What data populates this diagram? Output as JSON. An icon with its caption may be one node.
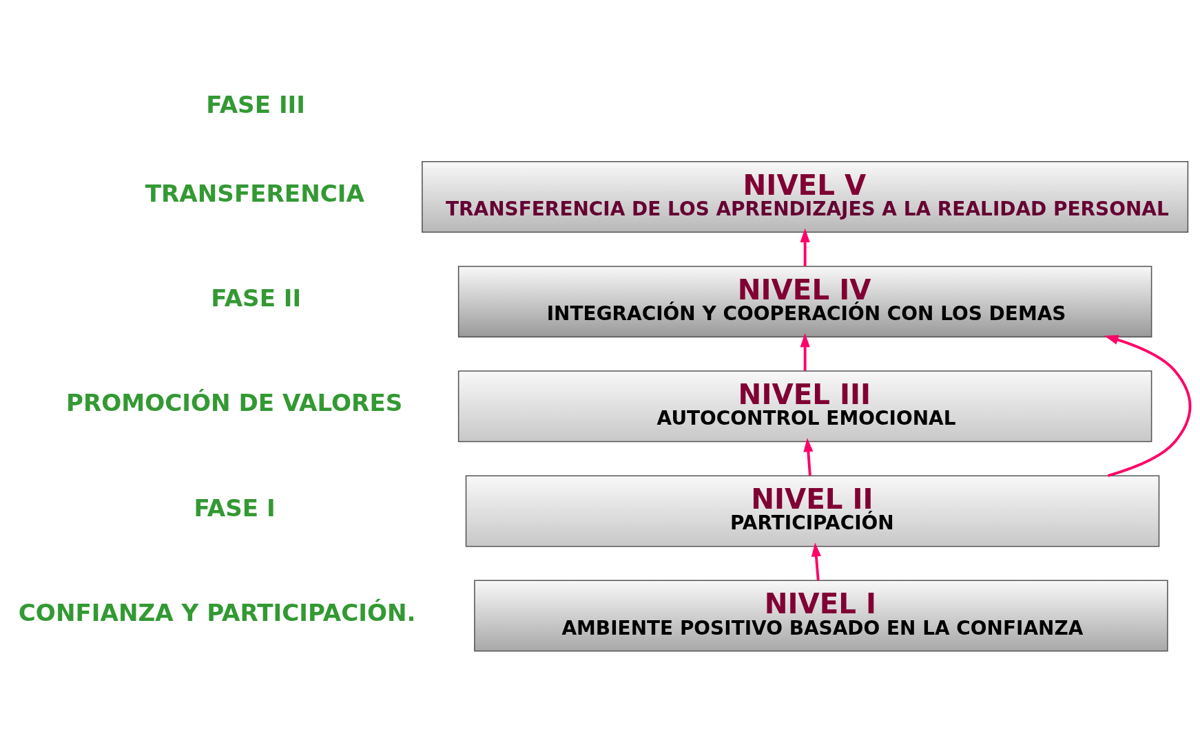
{
  "diagram": {
    "nodes": [
      {
        "text": [
          "NIVEL I",
          "AMBIENTE POSITIVO BASADO EN LA CONFIANZA"
        ]
      },
      {
        "text": [
          "NIVEL II",
          "PARTICIPACIÓN"
        ]
      },
      {
        "text": [
          "NIVEL III",
          "AUTOCONTROL EMOCIONAL"
        ]
      },
      {
        "text": [
          "NIVEL IV",
          "INTEGRACIÓN Y COOPERACIÓN CON LOS DEMAS"
        ]
      },
      {
        "text": [
          "NIVEL V",
          "TRANSFERENCIA DE LOS APRENDIZAJES A LA REALIDAD PERSONAL"
        ]
      }
    ],
    "edges": [
      {
        "from": 0,
        "to": 1,
        "arrow": "to",
        "color": "#ff0066"
      },
      {
        "from": 1,
        "to": 2,
        "arrow": "to",
        "color": "#ff0066"
      },
      {
        "from": 2,
        "to": 3,
        "arrow": "to",
        "color": "#ff0066"
      },
      {
        "from": 1,
        "to": 3,
        "arrow": "to",
        "color": "#ff0066"
      },
      {
        "from": 3,
        "to": 4,
        "arrow": "to",
        "color": "#ff0066"
      }
    ],
    "labels": [
      "FASE III",
      "TRANSFERENCIA",
      "FASE II",
      "PROMOCIÓN DE VALORES",
      "FASE I",
      "CONFIANZA Y PARTICIPACIÓN."
    ]
  }
}
